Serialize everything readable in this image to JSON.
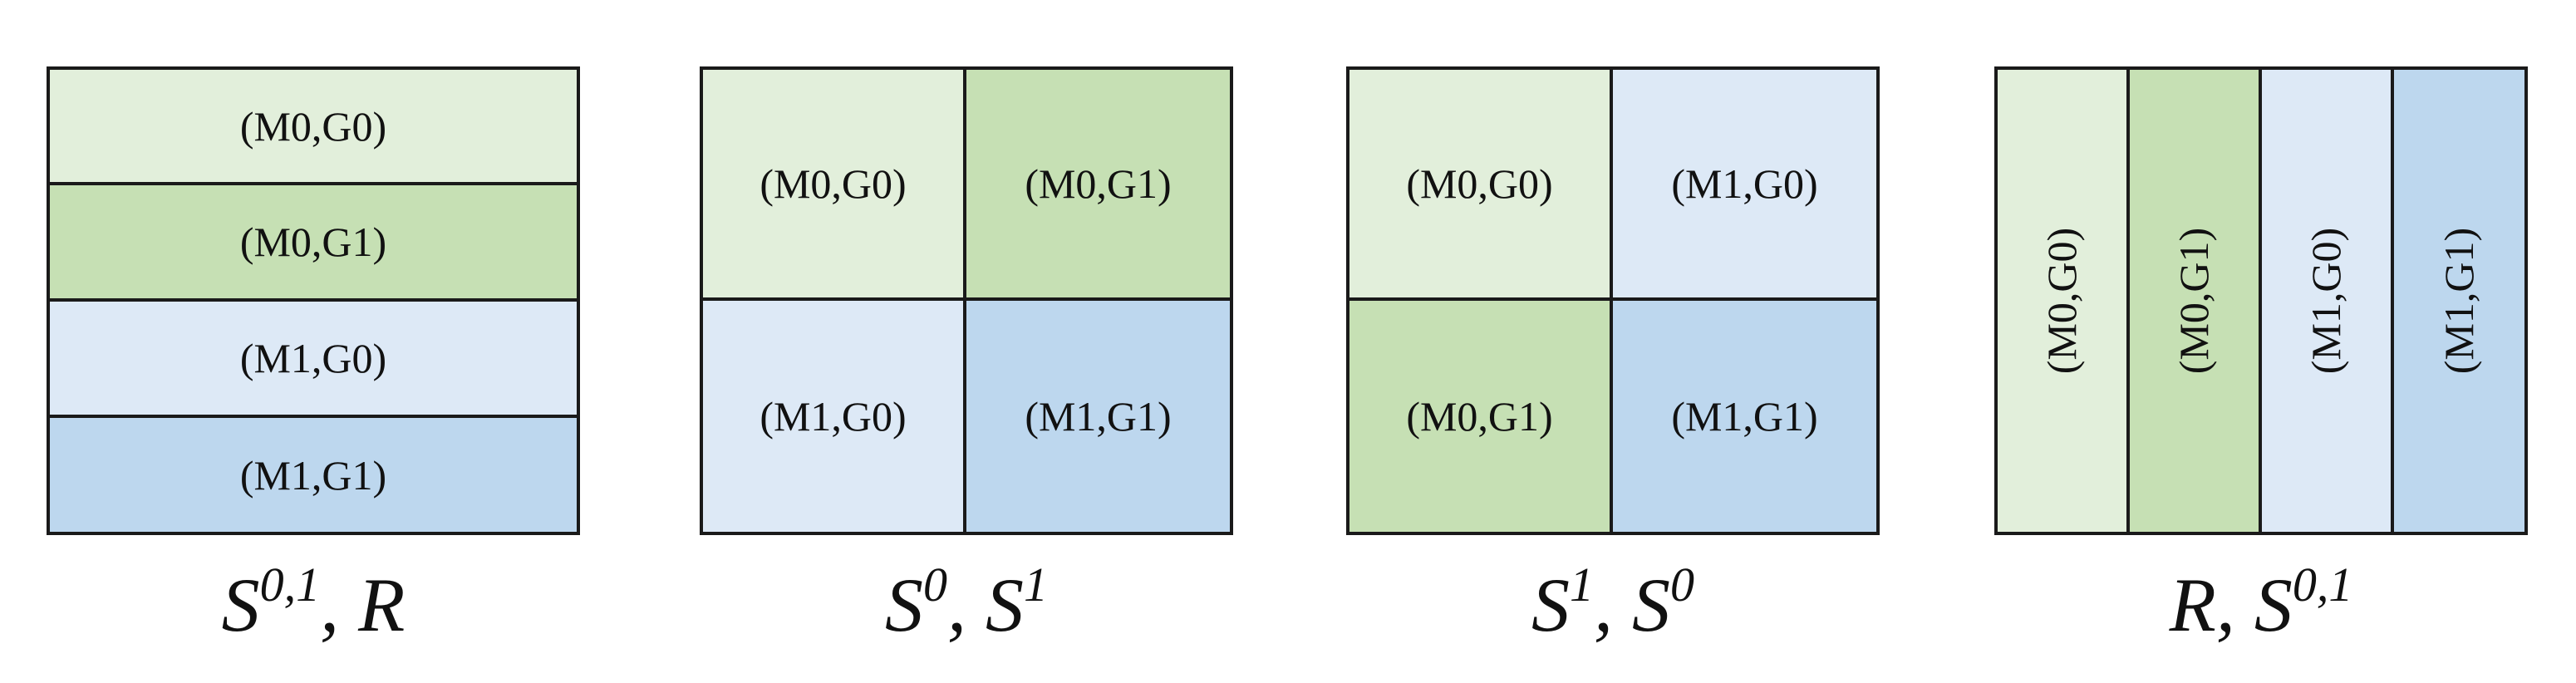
{
  "panels": [
    {
      "cells": [
        "(M0,G0)",
        "(M0,G1)",
        "(M1,G0)",
        "(M1,G1)"
      ],
      "caption": {
        "a": "S",
        "a_sup": "0,1",
        "sep": ", ",
        "b": "R",
        "b_sup": ""
      }
    },
    {
      "cells": [
        "(M0,G0)",
        "(M0,G1)",
        "(M1,G0)",
        "(M1,G1)"
      ],
      "caption": {
        "a": "S",
        "a_sup": "0",
        "sep": ", ",
        "b": "S",
        "b_sup": "1"
      }
    },
    {
      "cells": [
        "(M0,G0)",
        "(M1,G0)",
        "(M0,G1)",
        "(M1,G1)"
      ],
      "caption": {
        "a": "S",
        "a_sup": "1",
        "sep": ", ",
        "b": "S",
        "b_sup": "0"
      }
    },
    {
      "cells": [
        "(M0,G0)",
        "(M0,G1)",
        "(M1,G0)",
        "(M1,G1)"
      ],
      "caption": {
        "a": "R",
        "a_sup": "",
        "sep": ", ",
        "b": "S",
        "b_sup": "0,1"
      }
    }
  ],
  "colors": {
    "light_green": "#e2efdb",
    "medium_green": "#c6e0b4",
    "light_blue": "#dde9f6",
    "medium_blue": "#bdd7ee",
    "border": "#1a1a1a"
  }
}
